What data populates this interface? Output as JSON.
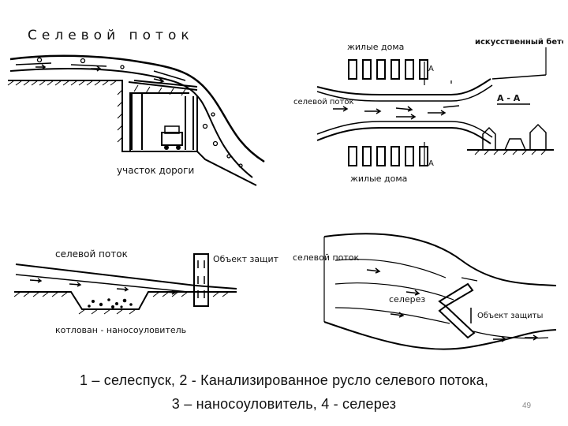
{
  "figures": {
    "fig1": {
      "flow_label": "Селевой поток",
      "road_label": "участок дороги"
    },
    "fig2": {
      "houses_top": "жилые дома",
      "houses_bottom": "жилые дома",
      "channel_label": "искусственный бетонный канал",
      "flow_label": "селевой поток",
      "marker_a": "А",
      "section_label": "А - А"
    },
    "fig3": {
      "flow_label": "селевой поток",
      "object_label": "Объект защиты",
      "pit_label": "котлован - наносоуловитель"
    },
    "fig4": {
      "flow_label": "селевой поток",
      "dam_label": "селерез",
      "object_label": "Объект защиты"
    }
  },
  "caption": {
    "line1": "1 – селеспуск, 2 - Канализированное русло селевого потока,",
    "line2": "3 – наносоуловитель, 4 - селерез"
  },
  "page_number": "49"
}
